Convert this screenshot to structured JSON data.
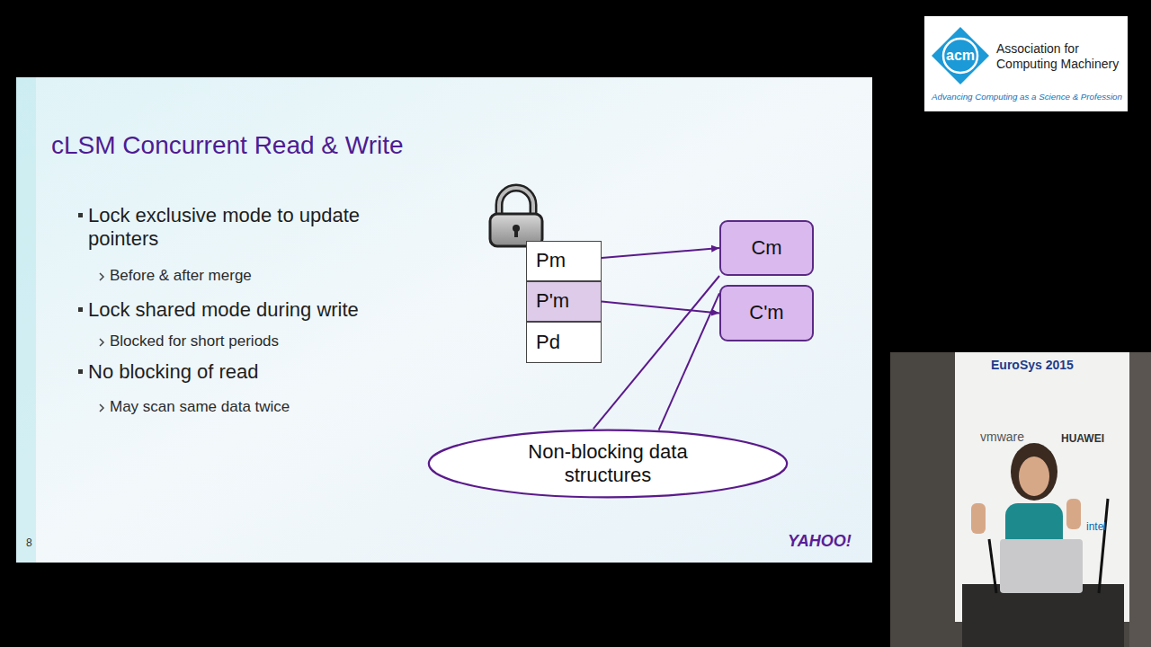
{
  "diagram": {
    "title": "cLSM Concurrent Read & Write",
    "nodes": [
      {
        "text": [
          "Pm"
        ]
      },
      {
        "text": [
          "P'm"
        ]
      },
      {
        "text": [
          "Pd"
        ]
      },
      {
        "text": [
          "Cm"
        ]
      },
      {
        "text": [
          "C'm"
        ]
      },
      {
        "text": [
          "Non-blocking data structures"
        ]
      }
    ],
    "edges": [
      {
        "from": 0,
        "to": 3,
        "arrow": "to"
      },
      {
        "from": 1,
        "to": 4,
        "arrow": "to"
      },
      {
        "from": 5,
        "to": 3,
        "arrow": "none"
      },
      {
        "from": 5,
        "to": 4,
        "arrow": "none"
      }
    ],
    "labels": [
      "Lock exclusive mode to update pointers",
      "Before & after merge",
      "Lock shared mode during write",
      "Blocked for short periods",
      "No blocking of read",
      "May scan same data twice",
      "8",
      "YAHOO!",
      "acm",
      "Association for Computing Machinery",
      "Advancing Computing as a Science & Profession",
      "EuroSys 2015",
      "vmware",
      "HUAWEI",
      "intel"
    ]
  }
}
